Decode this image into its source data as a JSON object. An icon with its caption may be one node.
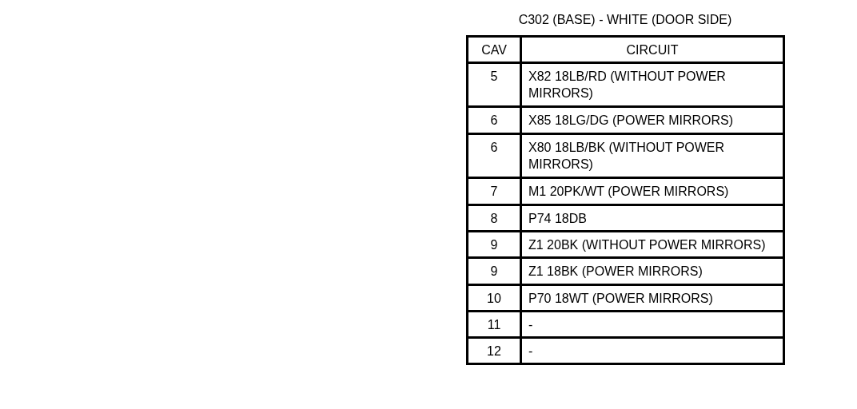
{
  "diagram": {
    "title": "C302 (BASE) - WHITE (DOOR SIDE)",
    "labels": [
      "CAV",
      "CIRCUIT",
      "5",
      "X82 18LB/RD (WITHOUT POWER MIRRORS)",
      "6",
      "X85 18LG/DG (POWER MIRRORS)",
      "6",
      "X80 18LB/BK (WITHOUT POWER MIRRORS)",
      "7",
      "M1 20PK/WT (POWER MIRRORS)",
      "8",
      "P74 18DB",
      "9",
      "Z1 20BK (WITHOUT POWER MIRRORS)",
      "9",
      "Z1 18BK (POWER MIRRORS)",
      "10",
      "P70 18WT (POWER MIRRORS)",
      "11",
      "-",
      "12",
      "-"
    ]
  }
}
